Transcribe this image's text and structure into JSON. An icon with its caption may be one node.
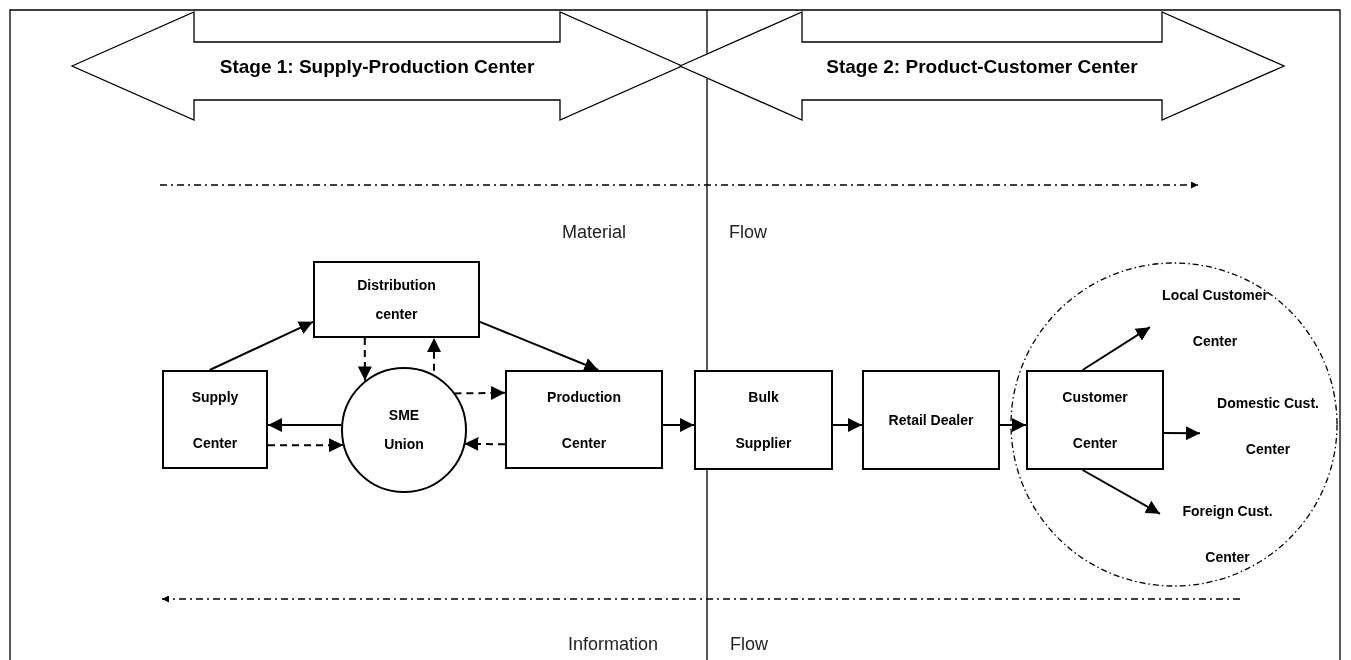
{
  "diagram": {
    "nodes": [
      {
        "text": [
          "Stage 1: Supply-Production Center"
        ]
      },
      {
        "text": [
          "Stage 2: Product-Customer Center"
        ]
      },
      {
        "text": [
          "Distribution center"
        ]
      },
      {
        "text": [
          "Supply Center"
        ]
      },
      {
        "text": [
          "SME Union"
        ]
      },
      {
        "text": [
          "Production Center"
        ]
      },
      {
        "text": [
          "Bulk Supplier"
        ]
      },
      {
        "text": [
          "Retail Dealer"
        ]
      },
      {
        "text": [],
        "shape": "circle"
      },
      {
        "text": [
          "Customer Center"
        ],
        "in": 8
      },
      {
        "text": [
          "Local Customer Center"
        ],
        "in": 8
      },
      {
        "text": [
          "Domestic Cust. Center"
        ],
        "in": 8
      },
      {
        "text": [
          "Foreign Cust. Center"
        ],
        "in": 8
      }
    ],
    "edges": [
      {
        "from": 3,
        "to": 2,
        "arrow": "to"
      },
      {
        "from": 2,
        "to": 5,
        "arrow": "to"
      },
      {
        "from": 2,
        "to": 4,
        "arrow": "to",
        "style": "dashed"
      },
      {
        "from": 4,
        "to": 2,
        "arrow": "to",
        "style": "dashed"
      },
      {
        "from": 4,
        "to": 5,
        "arrow": "to",
        "style": "dashed"
      },
      {
        "from": 4,
        "to": 3,
        "arrow": "to"
      },
      {
        "from": 3,
        "to": 4,
        "arrow": "to",
        "style": "dashed"
      },
      {
        "from": 5,
        "to": 4,
        "arrow": "to",
        "style": "dashed"
      },
      {
        "from": 5,
        "to": 6,
        "arrow": "to"
      },
      {
        "from": 6,
        "to": 7,
        "arrow": "to"
      },
      {
        "from": 7,
        "to": 9,
        "arrow": "to"
      },
      {
        "from": 9,
        "to": 10,
        "arrow": "to"
      },
      {
        "from": 9,
        "to": 11,
        "arrow": "to"
      },
      {
        "from": 9,
        "to": 12,
        "arrow": "to"
      }
    ],
    "labels": [
      "Material",
      "Flow",
      "Information",
      "Flow"
    ]
  }
}
